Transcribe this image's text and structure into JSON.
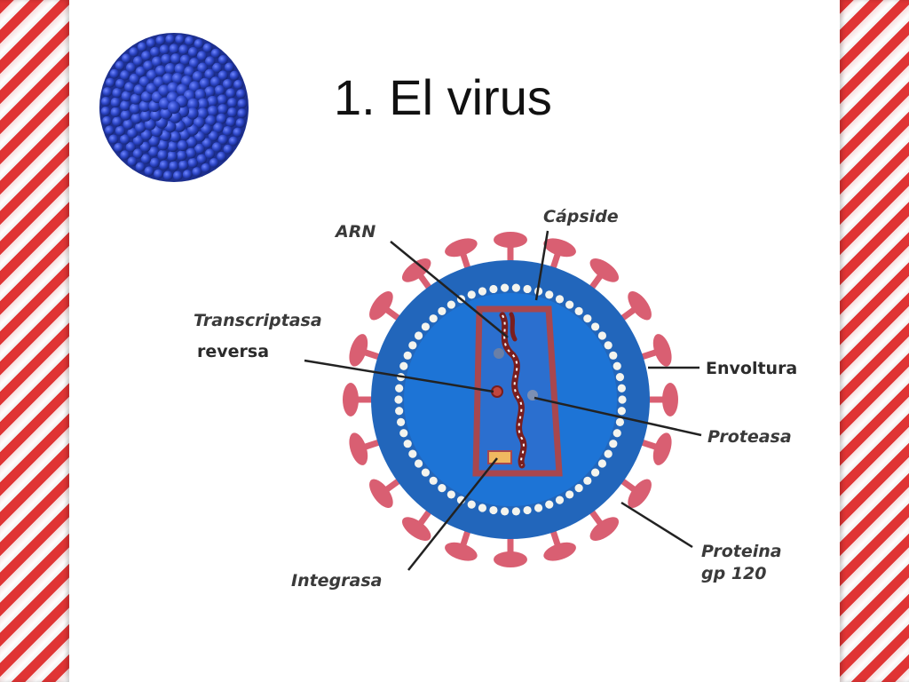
{
  "slide": {
    "title": "1. El virus"
  },
  "diagram": {
    "labels": {
      "arn": "ARN",
      "capside": "Cápside",
      "transcriptasa": "Transcriptasa",
      "reversa": "reversa",
      "envoltura": "Envoltura",
      "proteasa": "Proteasa",
      "proteina": "Proteina",
      "gp120": "gp 120",
      "integrasa": "Integrasa"
    }
  },
  "colors": {
    "stripe_red": "#e03434",
    "virus_ball": "#2b44c4",
    "envelope": "#2266bb",
    "spike": "#d95f72",
    "capsid_outline": "#a8474e"
  },
  "icons": {
    "virus_particle": "virus-sphere-icon"
  }
}
